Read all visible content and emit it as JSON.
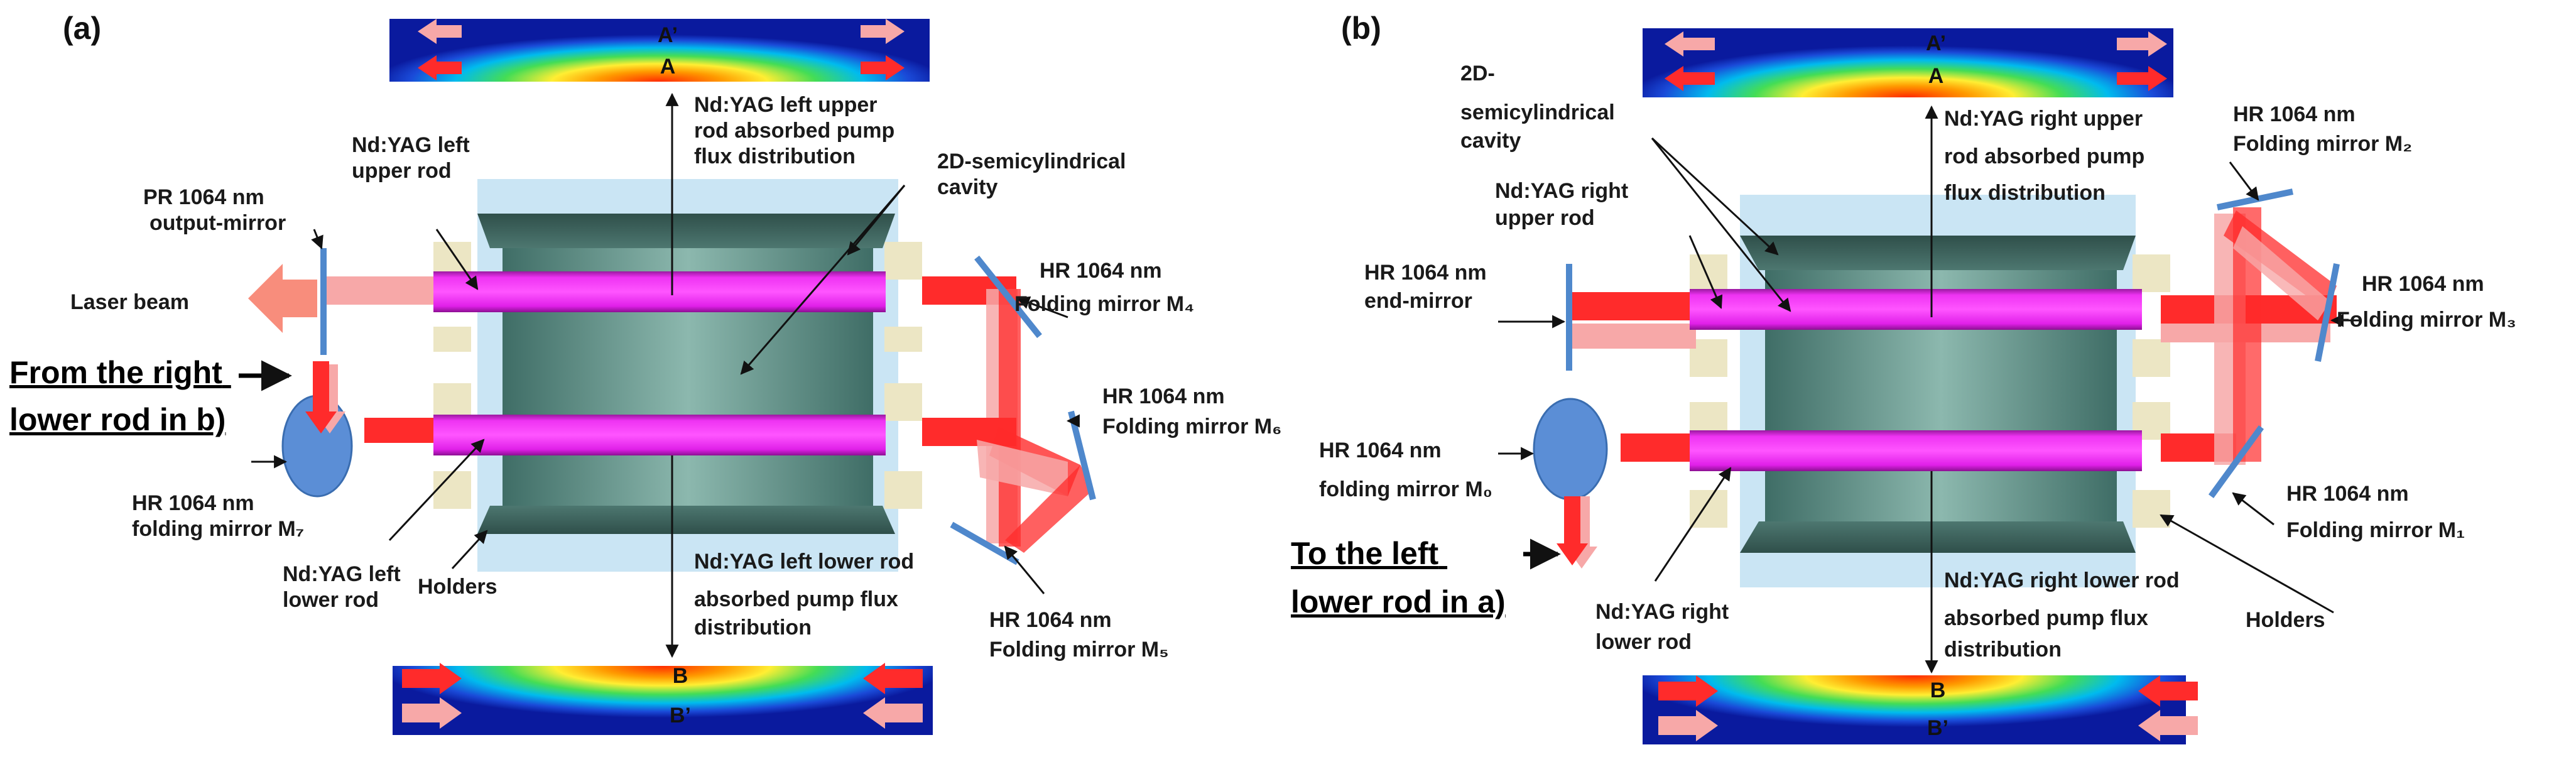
{
  "panels": {
    "a": {
      "tag": "(a)"
    },
    "b": {
      "tag": "(b)"
    }
  },
  "flux_labels": {
    "a_top_1": "A’",
    "a_top_2": "A",
    "a_bot_1": "B",
    "a_bot_2": "B’",
    "b_top_1": "A’",
    "b_top_2": "A",
    "b_bot_1": "B",
    "b_bot_2": "B’"
  },
  "labels_a": {
    "pr_mirror": [
      "PR 1064 nm",
      "output-mirror"
    ],
    "laser_beam": [
      "Laser beam"
    ],
    "from_right": [
      "From the right",
      "lower rod in b)"
    ],
    "m7": [
      "HR 1064 nm",
      "folding mirror M₇"
    ],
    "left_lower_rod": [
      "Nd:YAG left",
      "lower rod"
    ],
    "holders": [
      "Holders"
    ],
    "left_upper_rod": [
      "Nd:YAG left",
      "upper rod"
    ],
    "upper_flux": [
      "Nd:YAG left upper",
      "rod absorbed pump",
      "flux distribution"
    ],
    "cavity": [
      "2D-semicylindrical",
      "cavity"
    ],
    "m4": [
      "HR 1064 nm",
      "Folding mirror M₄"
    ],
    "m6": [
      "HR 1064 nm",
      "Folding mirror M₆"
    ],
    "m5": [
      "HR 1064 nm",
      "Folding mirror M₅"
    ],
    "lower_flux": [
      "Nd:YAG left lower rod",
      "absorbed pump flux",
      "distribution"
    ]
  },
  "labels_b": {
    "cavity": [
      "2D-",
      "semicylindrical",
      "cavity"
    ],
    "right_upper_rod": [
      "Nd:YAG right",
      "upper rod"
    ],
    "end_mirror": [
      "HR 1064 nm",
      "end-mirror"
    ],
    "m0": [
      "HR 1064 nm",
      "folding mirror M₀"
    ],
    "to_left": [
      "To the left",
      "lower rod in a)"
    ],
    "right_lower_rod": [
      "Nd:YAG right",
      "lower rod"
    ],
    "upper_flux": [
      "Nd:YAG right upper",
      "rod absorbed pump",
      "flux distribution"
    ],
    "m2": [
      "HR 1064 nm",
      "Folding mirror M₂"
    ],
    "m3": [
      "HR 1064 nm",
      "Folding mirror M₃"
    ],
    "m1": [
      "HR 1064 nm",
      "Folding mirror M₁"
    ],
    "holders": [
      "Holders"
    ],
    "lower_flux": [
      "Nd:YAG right lower rod",
      "absorbed pump flux",
      "distribution"
    ]
  },
  "colors": {
    "rod": "#e020e8",
    "beam": "#ff2b2b",
    "beam_light": "#f7a8a8",
    "cavity": "#5f8f86",
    "housing": "#b8dcf0",
    "holder": "#ece6c4",
    "mirror": "#4f88cc"
  }
}
